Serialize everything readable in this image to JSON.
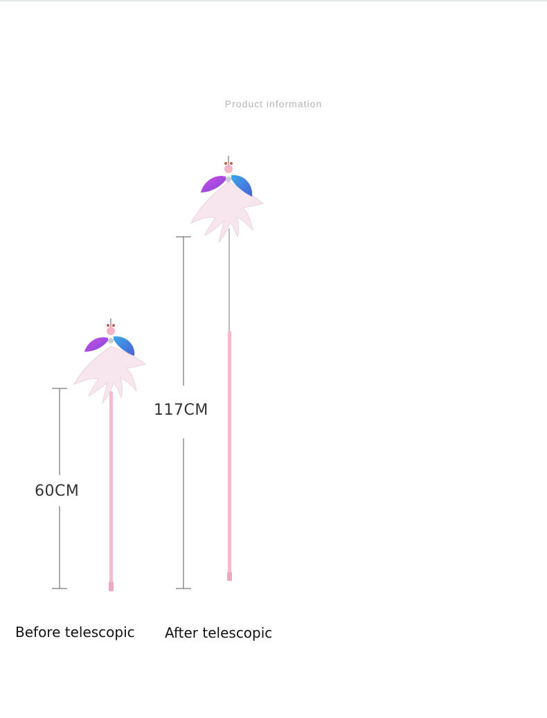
{
  "page": {
    "title": "Product information"
  },
  "product": {
    "before": {
      "length_label": "60CM",
      "caption": "Before telescopic"
    },
    "after": {
      "length_label": "117CM",
      "caption": "After telescopic"
    }
  },
  "colors": {
    "rod": "#f2bcd0",
    "feather": "#f7e6ee",
    "wing_purple": "#b23fe0",
    "wing_blue": "#4f8fe6",
    "measure_line": "#555555",
    "title_text": "#b3b3b3"
  }
}
